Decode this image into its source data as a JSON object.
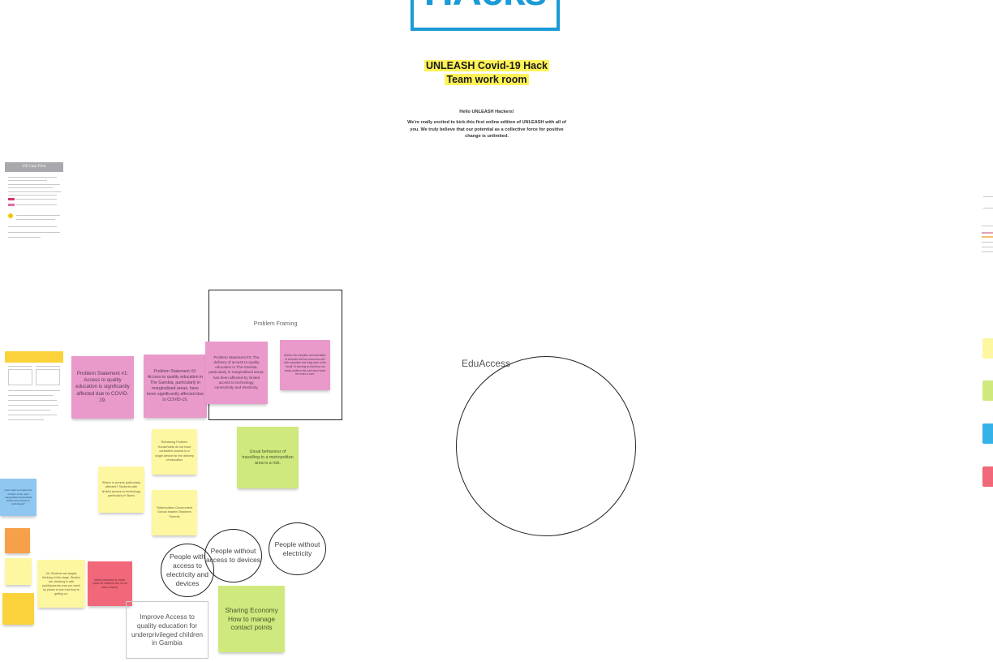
{
  "logo": {
    "text": "HAcks"
  },
  "room": {
    "title_line1": "UNLEASH Covid-19 Hack",
    "title_line2": "Team work room",
    "greeting": "Hello UNLEASH Hackers!",
    "intro": "We're really excited to kick-this first online edition of UNLEASH with all of you. We truly believe that our potential as a collective force for positive change is unlimited."
  },
  "frame": {
    "label": "Problem Framing"
  },
  "stickies": {
    "ps1": "Problem Statement #1: Access to quality education is significantly affected due to COVID-19.",
    "ps2": "Problem Statement #2: Access to quality education in The Gambia, particularly in marginalised areas, have been significantly affected due to COVID-19.",
    "ps3": "Problem Statement #3: The delivery of access to quality education in The Gambia, particularly in marginalised areas, has been affected by limited access to technology, connectivity and electricity.",
    "monitor": "Monitor the complete documentation of students with low resources with their education and bring them to the \"recall\" of learning so that they can easily continue the curriculum when the crisis is over.",
    "reframe": "Reframing Problem Households do not have consistent access to a single device for the delivery of education",
    "behaviour": "Usual behaviour of travelling to a metropolitan area is a risk.",
    "where": "Where is access particularly affected? Students with limited access to technology particularly in Bansi",
    "stakeholders": "Stakeholders Government School leaders Teachers Parents",
    "blue_left": "How might we reduce the number of the most marginalised households without any access to technology?",
    "orange_left": "",
    "yellow_small": "",
    "gold_left": "",
    "uk_note": "UK Students are largely thinking of this stage. Studies are checking in with pupils/parents once per week by phone to see how they're getting on.",
    "red_note": "Ideas Investment in mobile phone for students who do not have a device"
  },
  "circles": {
    "people_with": "People with access to electricity and devices",
    "people_without_devices": "People without access to devices",
    "people_without_electricity": "People without electricity"
  },
  "improve_box": "Improve Access to quality education for underprivileged children in Gambia",
  "sharing_sticky": "Sharing Economy How to manage contact points",
  "edu_access": {
    "label": "EduAccess"
  },
  "doc_panel": {
    "header": "UX Case Flow"
  },
  "colors": {
    "accent": "#1a9ad6",
    "highlight": "#fff256",
    "pink": "#e99acb",
    "yellow": "#fdf7a1",
    "green": "#cfe97e",
    "blue": "#8fc7f1",
    "red": "#f0687a"
  }
}
